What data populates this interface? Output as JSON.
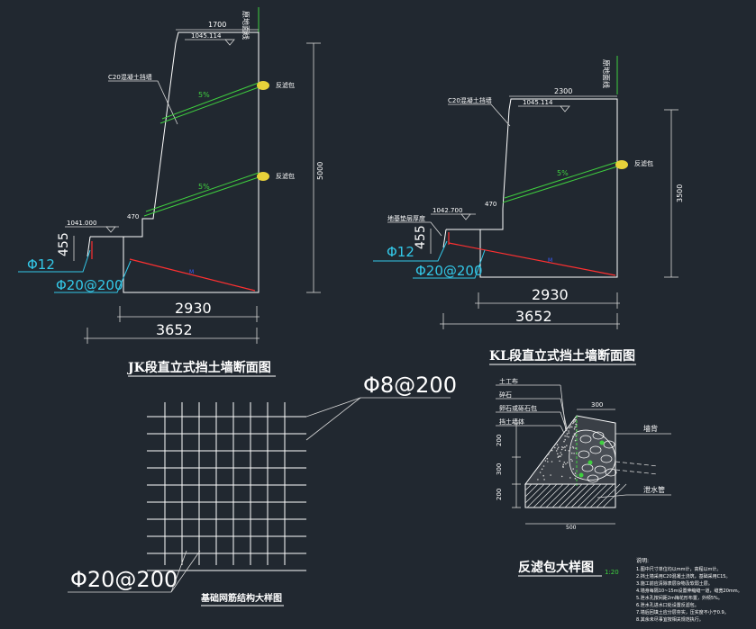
{
  "jk": {
    "top_width": "1700",
    "top_elev": "1045.114",
    "wall_label": "C20混凝土挡墙",
    "slope1": "5%",
    "slope2": "5%",
    "filter1": "反滤包",
    "filter2": "反滤包",
    "step": "470",
    "toe_elev": "1041.000",
    "height": "5000",
    "toe_h": "455",
    "phi12": "Φ12",
    "phi20": "Φ20@200",
    "base_in": "2930",
    "base_total": "3652",
    "red_mark": "M",
    "side_label": "原地面线",
    "caption": "JK段直立式挡土墙断面图"
  },
  "kl": {
    "top_width": "2300",
    "top_elev": "1045.114",
    "wall_label": "C20混凝土挡墙",
    "slope": "5%",
    "filter": "反滤包",
    "step": "470",
    "toe_elev": "1042.700",
    "base_label": "地基垫层厚度",
    "height": "3500",
    "toe_h": "455",
    "phi12": "Φ12",
    "phi20": "Φ20@200",
    "base_in": "2930",
    "base_total": "3652",
    "red_mark": "M",
    "side_label": "原地面线",
    "caption": "KL段直立式挡土墙断面图"
  },
  "grid": {
    "top_label": "Φ8@200",
    "bottom_label": "Φ20@200",
    "caption": "基础网筋结构大样图"
  },
  "filter_detail": {
    "legend": [
      "土工布",
      "碎石",
      "卵石或砾石包",
      "挡土墙体"
    ],
    "top_dim": "300",
    "dim_200a": "200",
    "dim_300": "300",
    "dim_200b": "200",
    "bottom_dim": "500",
    "right_top": "墙背",
    "right_bottom": "泄水管",
    "caption": "反滤包大样图",
    "scale": "1:20"
  },
  "notes": {
    "title": "说明:",
    "lines": [
      "1.图中尺寸单位均以mm计，高程以m计。",
      "2.挡土墙采用C20混凝土浇筑，基础采用C15。",
      "3.施工前应清除表层杂物及软弱土层。",
      "4.墙身每隔10~15m设置伸缩缝一道，缝宽20mm。",
      "5.泄水孔按间距2m梅花形布置，外倾5%。",
      "6.泄水孔进水口处设置反滤包。",
      "7.墙后回填土应分层夯实，压实度不小于0.9。",
      "8.其余未尽事宜按相关规范执行。"
    ]
  }
}
